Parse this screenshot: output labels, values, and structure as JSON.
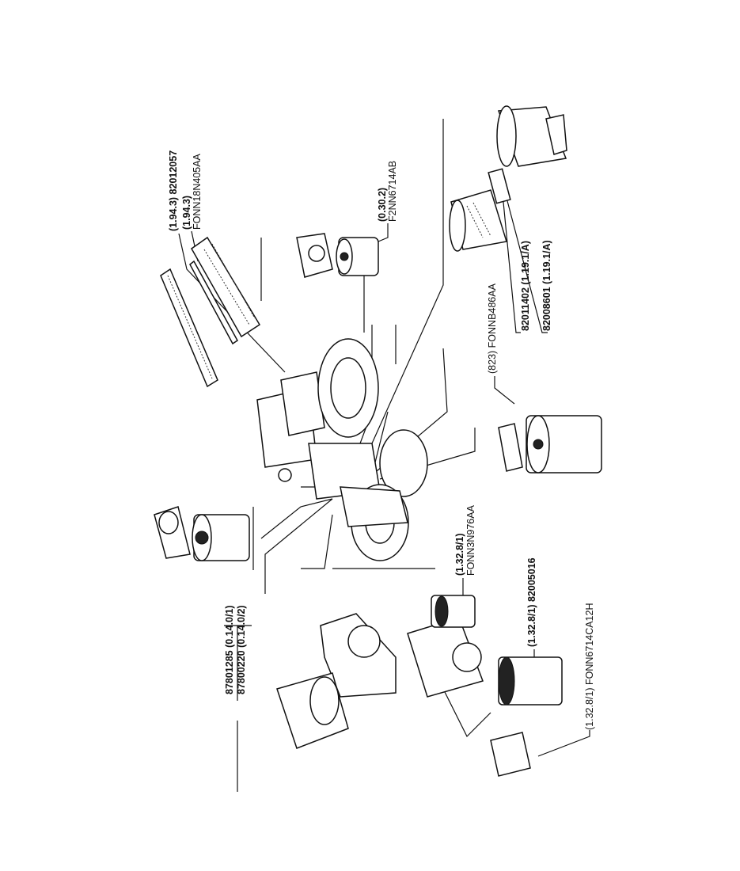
{
  "labels": {
    "cab_filter_a": "(1.94.3) 82012057",
    "cab_filter_b_ref": "(1.94.3)",
    "cab_filter_b_code": "FONN18N405AA",
    "fuel_prefilter_ref": "(0.30.2)",
    "fuel_prefilter_code": "F2NN6714AB",
    "air_filter_outer": "82011402 (1.19.1/A)",
    "air_filter_inner": "82008601 (1.19.1/A)",
    "hydraulic_filter": "(823) FONNB486AA",
    "trans_filter_ref": "(1.32.8/1)",
    "trans_filter_code": "FONN3N976AA",
    "trans_filter_b": "(1.32.8/1) 82005016",
    "trans_filter_c": "(1.32.8/1) FONN6714CA12H",
    "engine_oil_filter_a": "87801285 (0.14.0/1)",
    "engine_oil_filter_b": "87800220 (0.14.0/2)"
  }
}
